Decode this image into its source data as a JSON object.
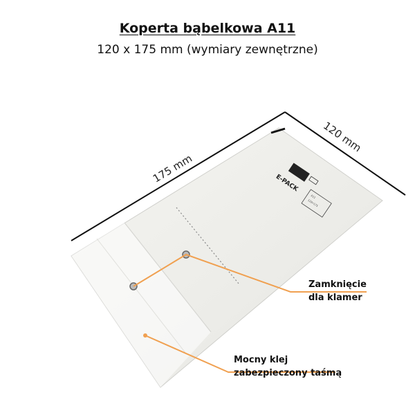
{
  "heading": {
    "title": "Koperta bąbelkowa A11",
    "subtitle": "120 x 175 mm (wymiary zewnętrzne)"
  },
  "dimensions": {
    "length_label": "175 mm",
    "width_label": "120 mm"
  },
  "envelope": {
    "brand": "E-PACK",
    "code": "120×175",
    "size": "A11"
  },
  "callouts": {
    "clasp": {
      "line1": "Zamknięcie",
      "line2": "dla klamer"
    },
    "adhesive": {
      "line1": "Mocny klej",
      "line2": "zabezpieczony taśmą"
    }
  },
  "colors": {
    "accent": "#f0a050",
    "envelope": "#eeeeea",
    "outline": "#111111"
  }
}
